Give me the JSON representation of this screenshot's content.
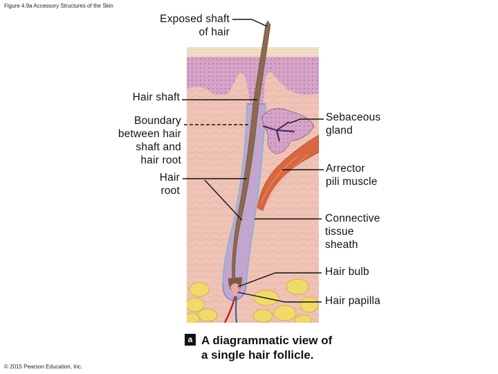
{
  "figure_title": "Figure 4.9a Accessory Structures of the Skin",
  "copyright": "© 2015 Pearson Education, Inc.",
  "labels": {
    "exposed_shaft": "Exposed shaft\nof hair",
    "hair_shaft": "Hair shaft",
    "boundary": "Boundary\nbetween hair\nshaft and\nhair root",
    "hair_root": "Hair\nroot",
    "sebaceous_gland": "Sebaceous\ngland",
    "arrector_pili": "Arrector\npili muscle",
    "connective_tissue": "Connective\ntissue\nsheath",
    "hair_bulb": "Hair bulb",
    "hair_papilla": "Hair papilla"
  },
  "caption": {
    "badge": "a",
    "text": "A diagrammatic view of\na single hair follicle."
  },
  "colors": {
    "dermis": "#efc3b5",
    "epidermis": "#d6a3c9",
    "stratum_corneum": "#f2dfc8",
    "follicle_sheath": "#c2a6cf",
    "hair_shaft": "#8c6a4f",
    "fat": "#f1da6c",
    "muscle": "#d9663f",
    "vessel": "#b52a25",
    "leader_line": "#111111"
  }
}
